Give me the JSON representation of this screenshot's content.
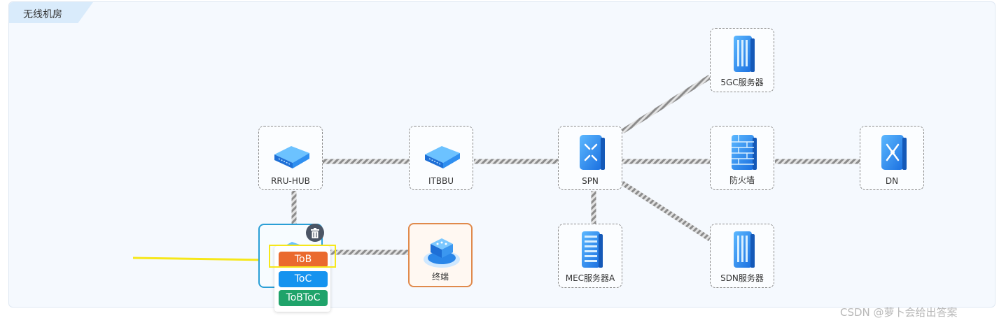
{
  "panel": {
    "title": "无线机房"
  },
  "nodes": {
    "rru_hub": "RRU-HUB",
    "itbbu": "ITBBU",
    "spn": "SPN",
    "fgc": "5GC服务器",
    "firewall": "防火墙",
    "dn": "DN",
    "mec": "MEC服务器A",
    "sdn": "SDN服务器",
    "terminal": "终端"
  },
  "menu": {
    "tob": "ToB",
    "toc": "ToC",
    "tobtoc": "ToBToC"
  },
  "icons": {
    "delete": "trash-icon",
    "router": "router-device-icon",
    "server": "server-rack-icon",
    "switch": "spn-switch-icon",
    "firewall": "firewall-icon",
    "network": "network-hub-icon",
    "terminal": "terminal-device-icon"
  },
  "colors": {
    "accent": "#1593ef",
    "tob": "#ea6a2e",
    "toc": "#1593ef",
    "tobtoc": "#1fa36a",
    "highlight": "#f6e71a",
    "terminal_border": "#e08a4c",
    "selected_border": "#2a9fd6"
  },
  "watermark": "CSDN @萝卜会给出答案"
}
